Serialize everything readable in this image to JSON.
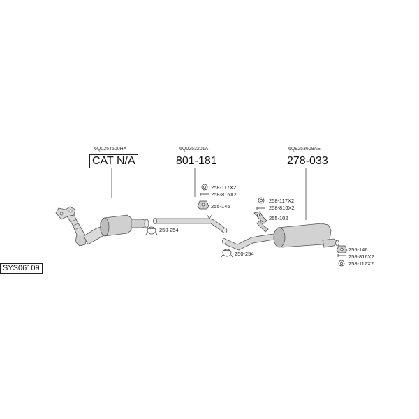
{
  "sections": [
    {
      "oem": "6Q0254500HX",
      "part": "CAT N/A"
    },
    {
      "oem": "6Q0253201A",
      "part": "801-181"
    },
    {
      "oem": "6Q9253609AE",
      "part": "278-033"
    }
  ],
  "fittings": {
    "front_clamp": "250-254",
    "mid_clamp": "250-254",
    "mid_ring": "258-117X2",
    "mid_bolt": "258-816X2",
    "mid_hanger": "255-146",
    "rear_ring": "258-117X2",
    "rear_bolt": "258-816X2",
    "rear_bracket": "255-102",
    "tail_hanger": "255-146",
    "tail_bolt": "258-816X2",
    "tail_ring": "258-117X2"
  },
  "system_code": "SYS06109",
  "colors": {
    "line": "#555555",
    "fill": "#d4d4d4",
    "dark": "#8a8a8a",
    "text": "#222222"
  }
}
